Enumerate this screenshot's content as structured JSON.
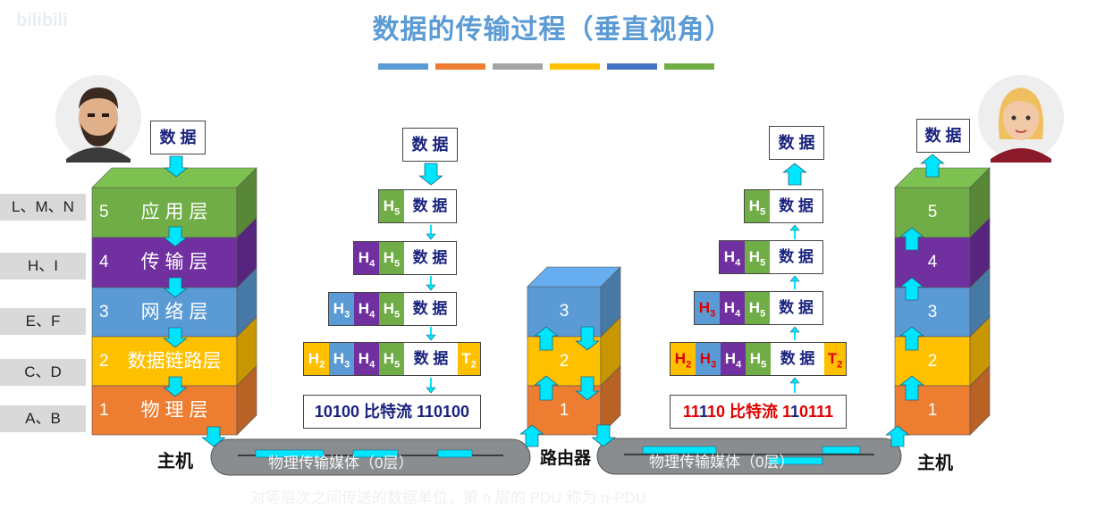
{
  "title": "数据的传输过程（垂直视角）",
  "watermark": "bilibili",
  "title_bars": [
    "#5b9bd5",
    "#ed7d31",
    "#a5a5a5",
    "#ffc000",
    "#4472c4",
    "#70ad47"
  ],
  "colors": {
    "app": "#70ad47",
    "transport": "#7030a0",
    "network": "#5b9bd5",
    "datalink": "#ffc000",
    "physical": "#ed7d31",
    "arrow": "#00e5ff",
    "text_dark_blue": "#1a237e",
    "header_red": "#e00000"
  },
  "side_labels": [
    "L、M、N",
    "H、I",
    "E、F",
    "C、D",
    "A、B"
  ],
  "left_stack": {
    "data_box": "数 据",
    "layers": [
      {
        "num": "5",
        "name": "应 用 层"
      },
      {
        "num": "4",
        "name": "传 输 层"
      },
      {
        "num": "3",
        "name": "网 络 层"
      },
      {
        "num": "2",
        "name": "数据链路层"
      },
      {
        "num": "1",
        "name": "物 理 层"
      }
    ]
  },
  "host_left": "主机",
  "host_right": "主机",
  "router_label": "路由器",
  "router_layers": [
    "3",
    "2",
    "1"
  ],
  "right_stack": {
    "data_box": "数 据",
    "layers": [
      "5",
      "4",
      "3",
      "2",
      "1"
    ]
  },
  "left_pdus": {
    "data": "数 据",
    "h5": "H",
    "h4": "H",
    "h3": "H",
    "h2": "H",
    "t2": "T",
    "sub5": "5",
    "sub4": "4",
    "sub3": "3",
    "sub2": "2",
    "stream": "10100 比特流 110100"
  },
  "right_pdus": {
    "data": "数 据",
    "stream_pre": "11",
    "stream_red1": "1",
    "stream_mid": "10 比特流 1",
    "stream_red2": "1",
    "stream_post": "0111"
  },
  "medium_left": "物理传输媒体（0层）",
  "medium_right": "物理传输媒体（0层）",
  "caption": "对等层次之间传送的数据单位，第 n 层的 PDU 称为 n-PDU"
}
